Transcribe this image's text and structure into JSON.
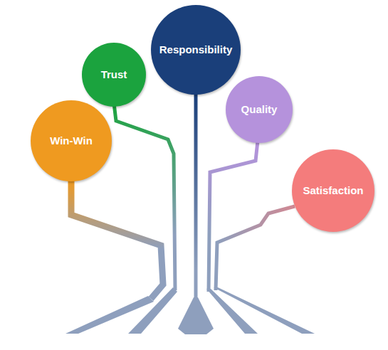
{
  "diagram": {
    "nodes": [
      {
        "text": [
          "Win-Win"
        ]
      },
      {
        "text": [
          "Trust"
        ]
      },
      {
        "text": [
          "Responsibility"
        ]
      },
      {
        "text": [
          "Quality"
        ]
      },
      {
        "text": [
          "Satisfaction"
        ]
      }
    ]
  }
}
